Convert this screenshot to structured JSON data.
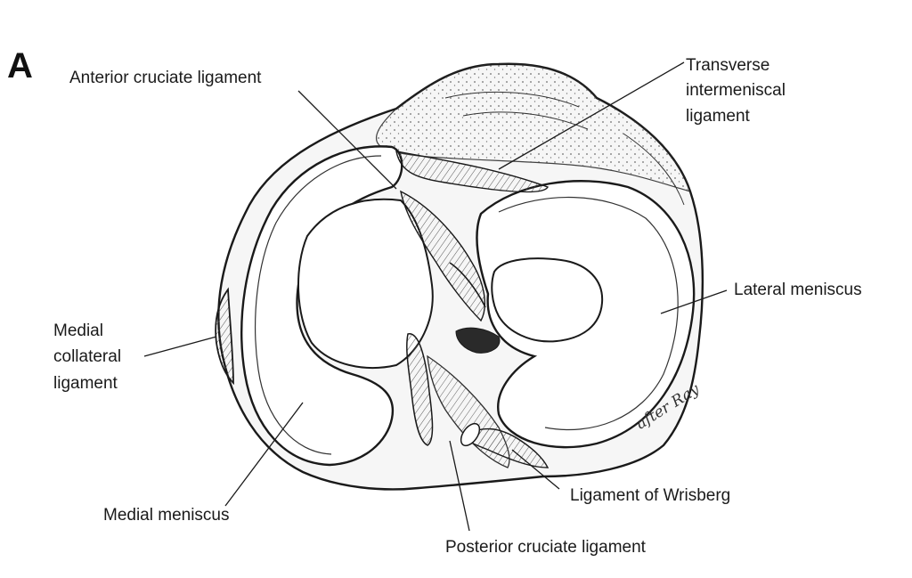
{
  "figure": {
    "panel_letter": "A",
    "signature": "after Ray",
    "labels": {
      "anterior_cruciate": "Anterior cruciate ligament",
      "transverse_line1": "Transverse",
      "transverse_line2": "intermeniscal",
      "transverse_line3": "ligament",
      "lateral_meniscus": "Lateral meniscus",
      "medial_collateral_line1": "Medial",
      "medial_collateral_line2": "collateral",
      "medial_collateral_line3": "ligament",
      "medial_meniscus": "Medial meniscus",
      "wrisberg": "Ligament of Wrisberg",
      "posterior_cruciate": "Posterior cruciate ligament"
    }
  }
}
